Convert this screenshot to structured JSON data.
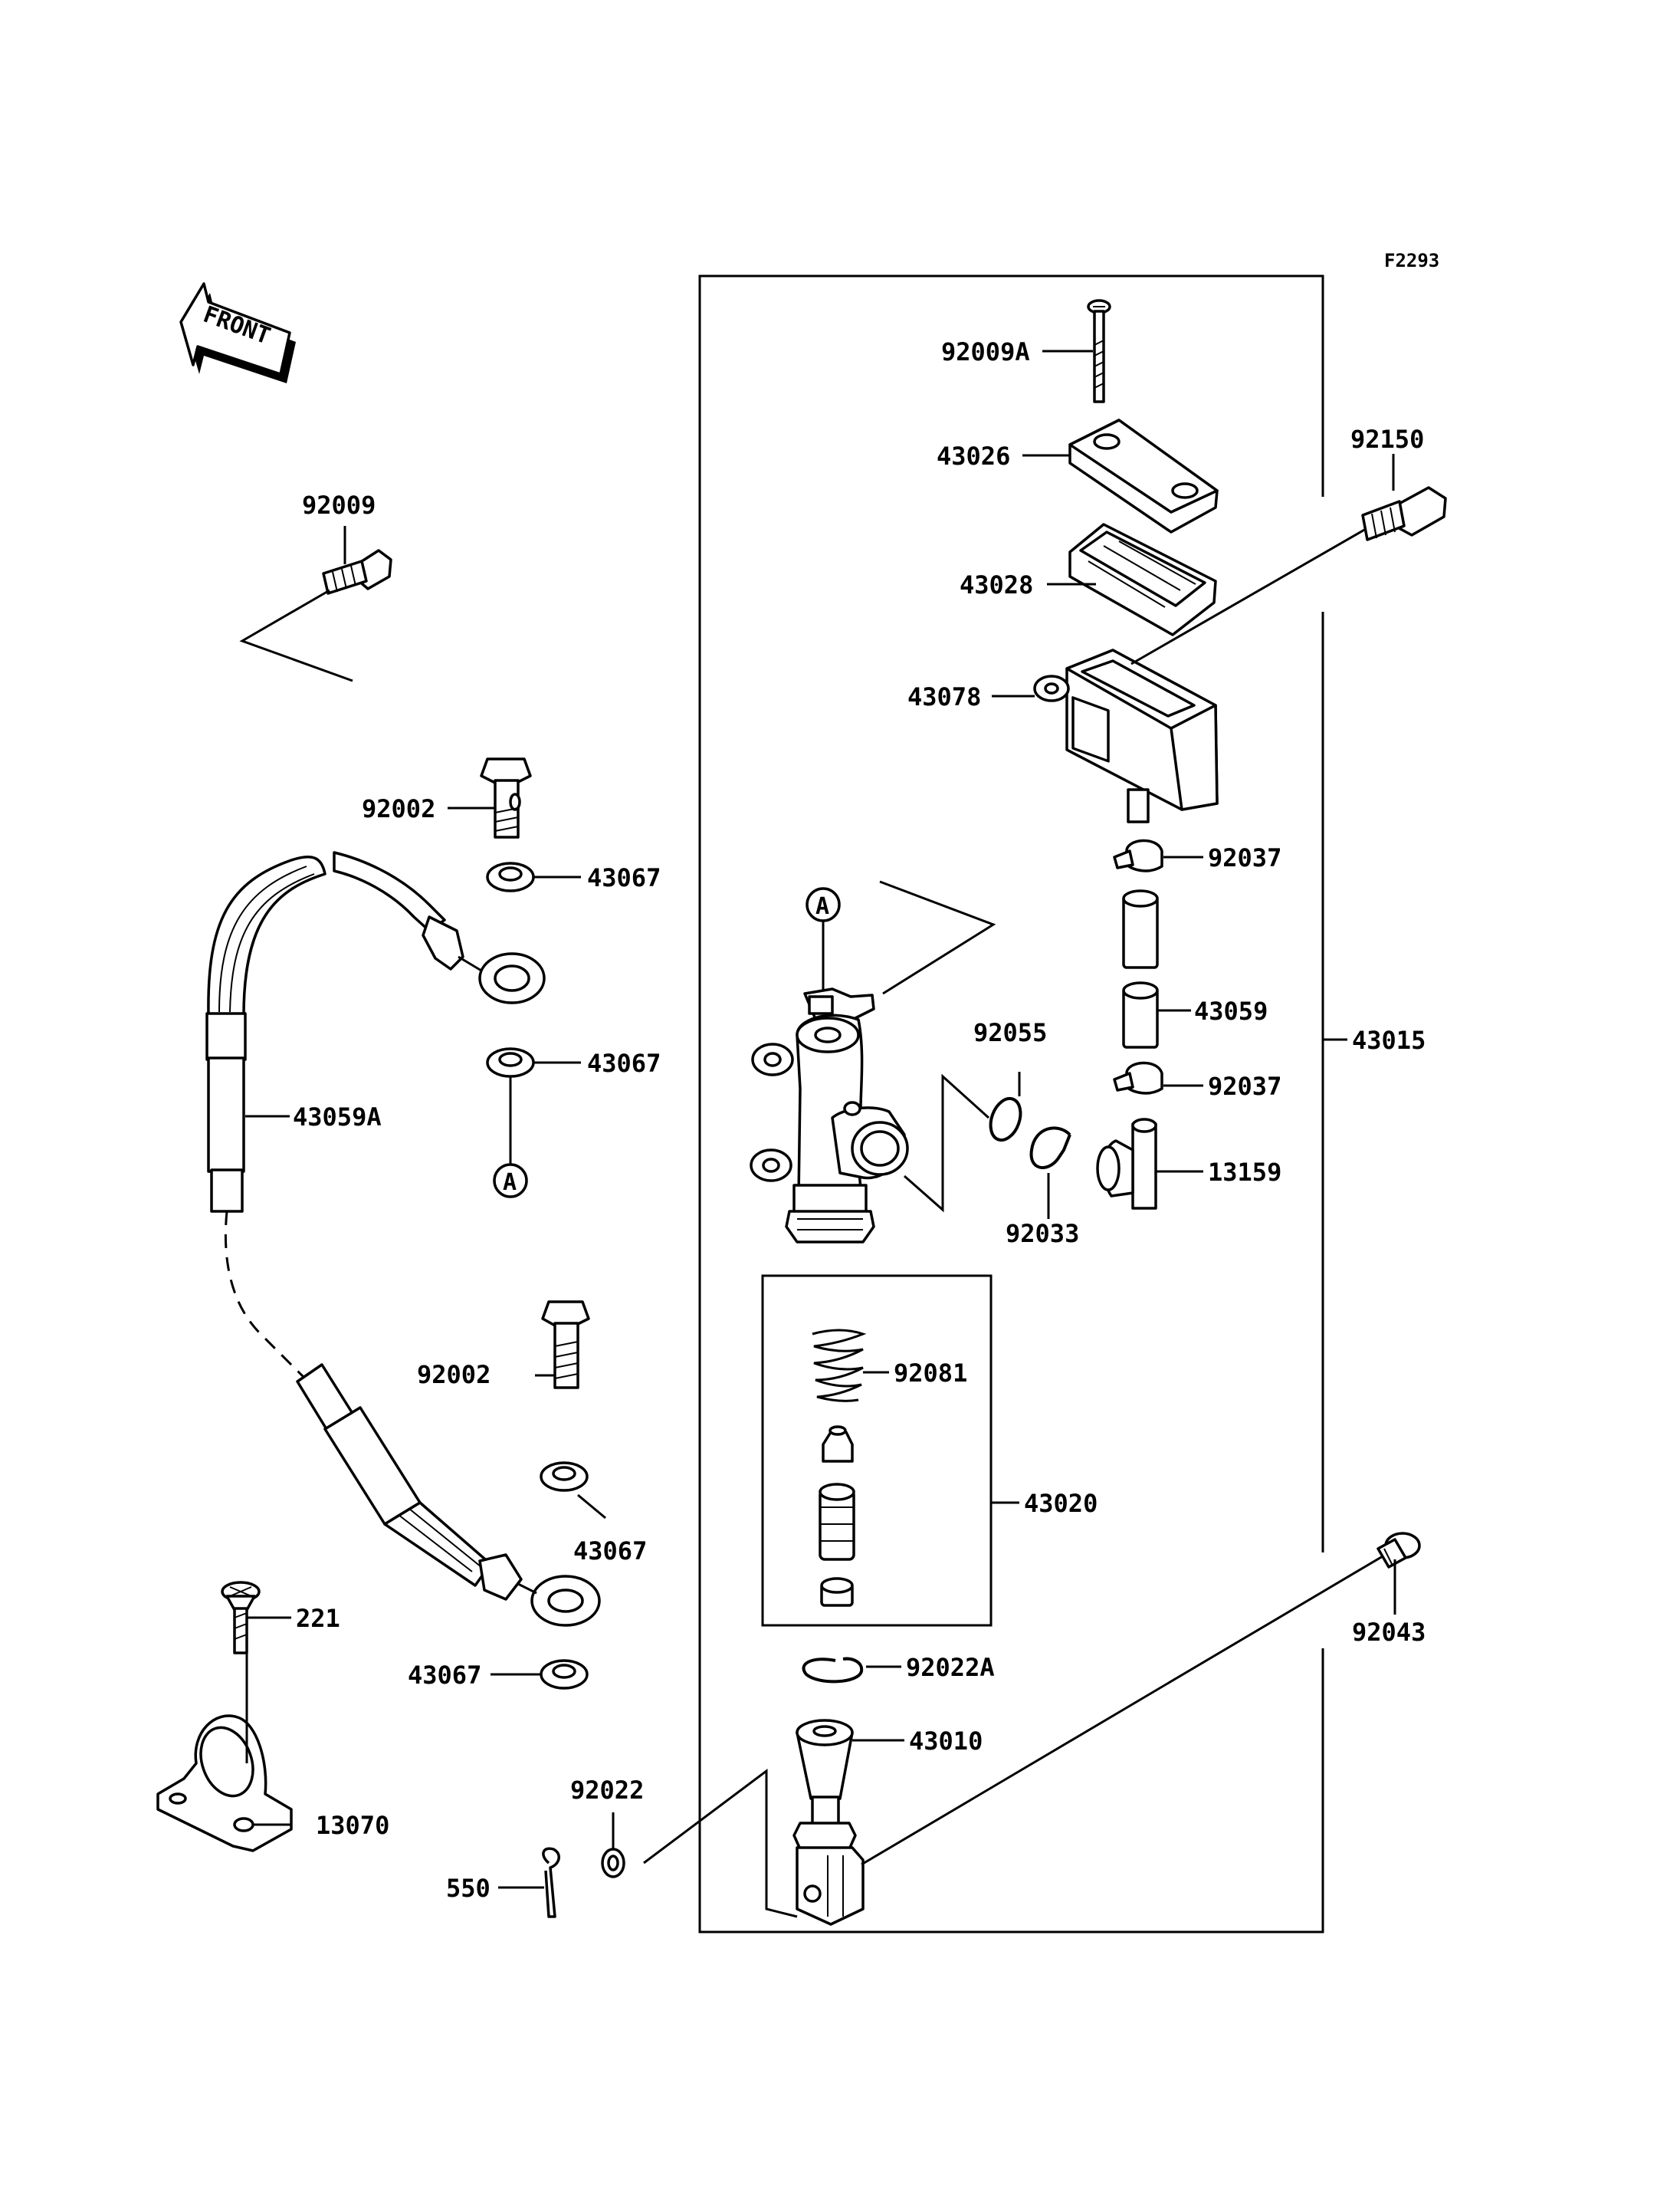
{
  "figure_id": "F2293",
  "front_arrow_label": "FRONT",
  "ref_marker": "A",
  "labels": {
    "p92009A": "92009A",
    "p43026": "43026",
    "p43028": "43028",
    "p43078": "43078",
    "p92150": "92150",
    "p92009": "92009",
    "p92002_top": "92002",
    "p43067_1": "43067",
    "p43067_2": "43067",
    "p43059A": "43059A",
    "p92037_top": "92037",
    "p43059": "43059",
    "p43015": "43015",
    "p92037_bottom": "92037",
    "p92055": "92055",
    "p13159": "13159",
    "p92033": "92033",
    "p92081": "92081",
    "p43020": "43020",
    "p92002_bottom": "92002",
    "p43067_3": "43067",
    "p43067_4": "43067",
    "p221": "221",
    "p13070": "13070",
    "p92022A": "92022A",
    "p43010": "43010",
    "p92043": "92043",
    "p92022": "92022",
    "p550": "550"
  }
}
